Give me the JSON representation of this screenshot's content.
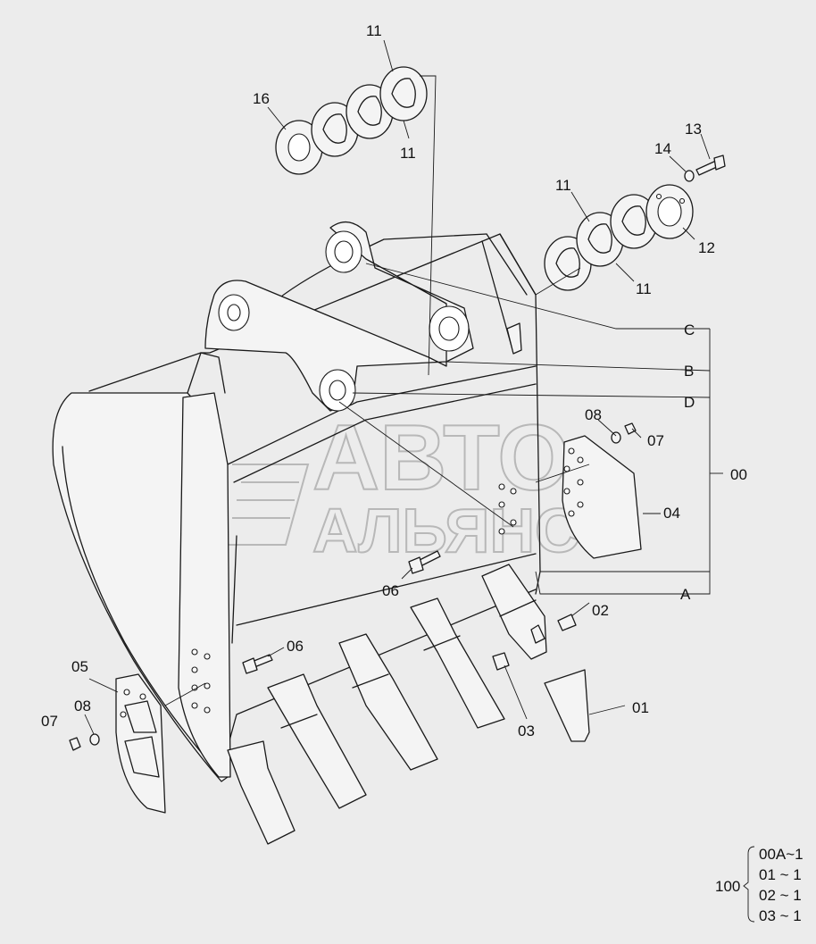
{
  "watermark": {
    "line1": "АВТО",
    "line2": "АЛЬЯНС"
  },
  "labels": {
    "l11a": "11",
    "l11b": "11",
    "l16": "16",
    "l13": "13",
    "l14": "14",
    "l11c": "11",
    "l12": "12",
    "l11d": "11",
    "lC": "C",
    "lB": "B",
    "lD": "D",
    "l00": "00",
    "lA": "A",
    "l08r": "08",
    "l07r": "07",
    "l04": "04",
    "l06a": "06",
    "l06b": "06",
    "l02": "02",
    "l03": "03",
    "l01": "01",
    "l05": "05",
    "l08l": "08",
    "l07l": "07"
  },
  "kit": {
    "total": "100",
    "rows": [
      "00A~1",
      "01 ~ 1",
      "02 ~ 1",
      "03 ~ 1"
    ]
  }
}
